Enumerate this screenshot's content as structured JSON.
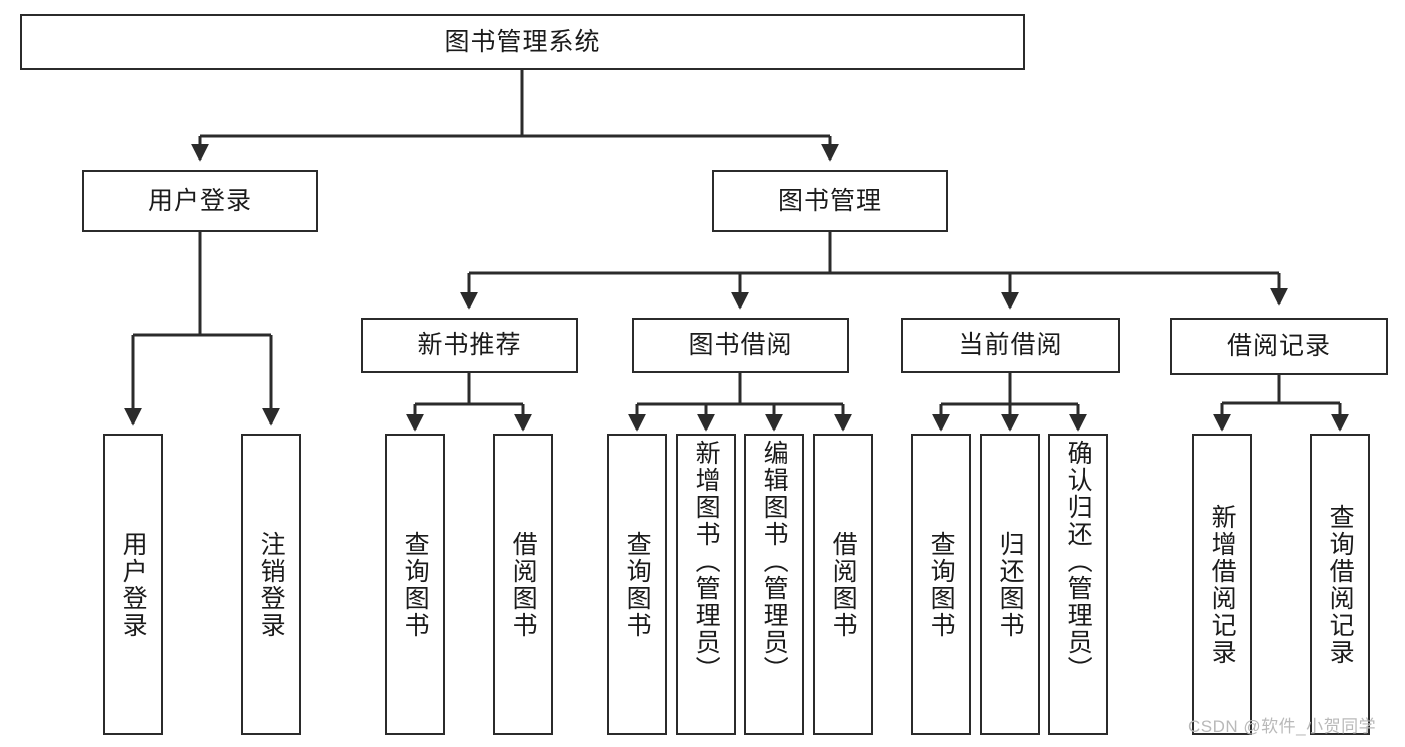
{
  "diagram": {
    "type": "tree-hierarchy",
    "title": "图书管理系统",
    "root": {
      "id": "root",
      "label": "图书管理系统"
    },
    "level2": [
      {
        "id": "user-login",
        "label": "用户登录"
      },
      {
        "id": "book-management",
        "label": "图书管理"
      }
    ],
    "level3": [
      {
        "id": "new-book-recommend",
        "label": "新书推荐",
        "parent": "book-management"
      },
      {
        "id": "book-borrow",
        "label": "图书借阅",
        "parent": "book-management"
      },
      {
        "id": "current-borrow",
        "label": "当前借阅",
        "parent": "book-management"
      },
      {
        "id": "borrow-record",
        "label": "借阅记录",
        "parent": "book-management"
      }
    ],
    "leaves": {
      "user_login": [
        {
          "id": "leaf-user-login",
          "label": "用户登录"
        },
        {
          "id": "leaf-user-logout",
          "label": "注销登录"
        }
      ],
      "new_book_recommend": [
        {
          "id": "leaf-query-book-1",
          "label": "查询图书"
        },
        {
          "id": "leaf-borrow-book-1",
          "label": "借阅图书"
        }
      ],
      "book_borrow": [
        {
          "id": "leaf-query-book-2",
          "label": "查询图书"
        },
        {
          "id": "leaf-add-book",
          "label": "新增图书（管理员）"
        },
        {
          "id": "leaf-edit-book",
          "label": "编辑图书（管理员）"
        },
        {
          "id": "leaf-borrow-book-2",
          "label": "借阅图书"
        }
      ],
      "current_borrow": [
        {
          "id": "leaf-query-book-3",
          "label": "查询图书"
        },
        {
          "id": "leaf-return-book",
          "label": "归还图书"
        },
        {
          "id": "leaf-confirm-return",
          "label": "确认归还（管理员）"
        }
      ],
      "borrow_record": [
        {
          "id": "leaf-add-record",
          "label": "新增借阅记录"
        },
        {
          "id": "leaf-query-record",
          "label": "查询借阅记录"
        }
      ]
    }
  },
  "watermark": {
    "text": "CSDN @软件_小贺同学"
  },
  "colors": {
    "stroke": "#2b2b2b",
    "background": "#ffffff",
    "text": "#1b1b1b",
    "watermark": "#b9b9b9"
  }
}
